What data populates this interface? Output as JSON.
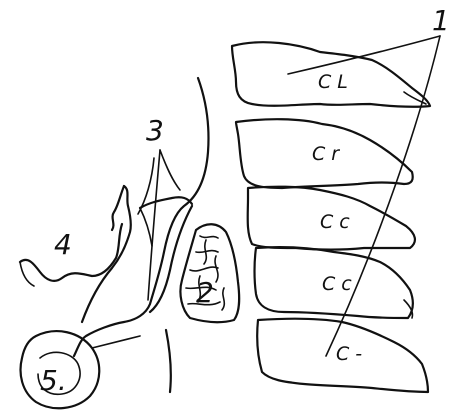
{
  "labels": {
    "l1": "1",
    "l2": "2",
    "l3": "3",
    "l4": "4",
    "l5": "5."
  },
  "vertebrae": [
    {
      "label": "C L"
    },
    {
      "label": "C r"
    },
    {
      "label": "C c"
    },
    {
      "label": "C c"
    },
    {
      "label": "C -"
    }
  ],
  "colors": {
    "ink": "#111111",
    "paper": "#ffffff"
  }
}
